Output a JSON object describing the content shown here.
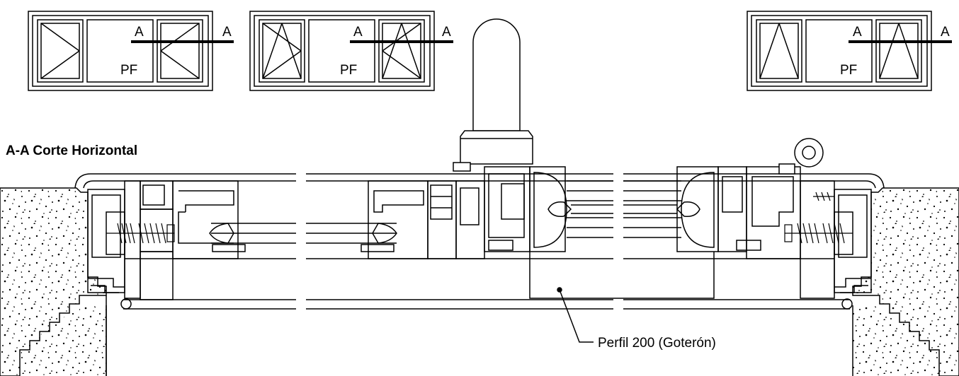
{
  "section_title": "A-A Corte Horizontal",
  "elevations": [
    {
      "id": "left",
      "cut_letter_inner": "A",
      "cut_letter_outer": "A",
      "label": "PF",
      "opening": "casement-out"
    },
    {
      "id": "center",
      "cut_letter_inner": "A",
      "cut_letter_outer": "A",
      "label": "PF",
      "opening": "tilt-turn"
    },
    {
      "id": "right",
      "cut_letter_inner": "A",
      "cut_letter_outer": "A",
      "label": "PF",
      "opening": "tilt"
    }
  ],
  "callout": {
    "text": "Perfil 200 (Goterón)"
  },
  "colors": {
    "line": "#000000",
    "background": "#ffffff",
    "concrete_dots": "#000000"
  }
}
